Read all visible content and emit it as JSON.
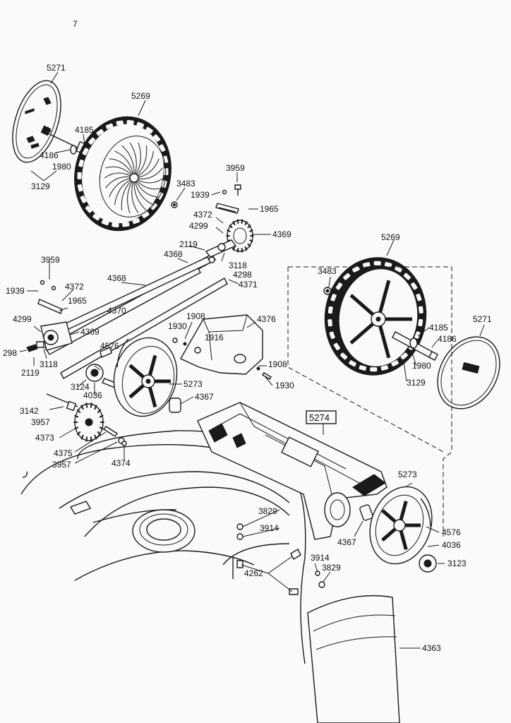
{
  "diagram": {
    "mark": "7",
    "assembly_label": "5274",
    "parts": [
      {
        "id": "p5271a",
        "text": "5271"
      },
      {
        "id": "p5269a",
        "text": "5269"
      },
      {
        "id": "p4185a",
        "text": "4185"
      },
      {
        "id": "p4186a",
        "text": "4186"
      },
      {
        "id": "p1980a",
        "text": "1980"
      },
      {
        "id": "p3129a",
        "text": "3129"
      },
      {
        "id": "p3483a",
        "text": "3483"
      },
      {
        "id": "p3959a",
        "text": "3959"
      },
      {
        "id": "p1939a",
        "text": "1939"
      },
      {
        "id": "p1965a",
        "text": "1965"
      },
      {
        "id": "p4372a",
        "text": "4372"
      },
      {
        "id": "p4299a",
        "text": "4299"
      },
      {
        "id": "p4369a",
        "text": "4369"
      },
      {
        "id": "p2119a",
        "text": "2119"
      },
      {
        "id": "p3118a",
        "text": "3118"
      },
      {
        "id": "p4298a",
        "text": "4298"
      },
      {
        "id": "p4368a",
        "text": "4368"
      },
      {
        "id": "p4371a",
        "text": "4371"
      },
      {
        "id": "p3959b",
        "text": "3959"
      },
      {
        "id": "p1939b",
        "text": "1939"
      },
      {
        "id": "p4372b",
        "text": "4372"
      },
      {
        "id": "p4368b",
        "text": "4368"
      },
      {
        "id": "p1965b",
        "text": "1965"
      },
      {
        "id": "p4370",
        "text": "4370"
      },
      {
        "id": "p4299b",
        "text": "4299"
      },
      {
        "id": "p4369b",
        "text": "4369"
      },
      {
        "id": "p1908a",
        "text": "1908"
      },
      {
        "id": "p4376",
        "text": "4376"
      },
      {
        "id": "p1930a",
        "text": "1930"
      },
      {
        "id": "p1916",
        "text": "1916"
      },
      {
        "id": "p4298b",
        "text": "298"
      },
      {
        "id": "p4576a",
        "text": "4576"
      },
      {
        "id": "p3118b",
        "text": "3118"
      },
      {
        "id": "p2119b",
        "text": "2119"
      },
      {
        "id": "p3124",
        "text": "3124"
      },
      {
        "id": "p4036a",
        "text": "4036"
      },
      {
        "id": "p5273a",
        "text": "5273"
      },
      {
        "id": "p1908b",
        "text": "1908"
      },
      {
        "id": "p1930b",
        "text": "1930"
      },
      {
        "id": "p4367a",
        "text": "4367"
      },
      {
        "id": "p3142",
        "text": "3142"
      },
      {
        "id": "p3957a",
        "text": "3957"
      },
      {
        "id": "p4373",
        "text": "4373"
      },
      {
        "id": "p4375",
        "text": "4375"
      },
      {
        "id": "p3957b",
        "text": "3957"
      },
      {
        "id": "p4374",
        "text": "4374"
      },
      {
        "id": "p5269b",
        "text": "5269"
      },
      {
        "id": "p3483b",
        "text": "3483"
      },
      {
        "id": "p4185b",
        "text": "4185"
      },
      {
        "id": "p4186b",
        "text": "4186"
      },
      {
        "id": "p5271b",
        "text": "5271"
      },
      {
        "id": "p1980b",
        "text": "1980"
      },
      {
        "id": "p3129b",
        "text": "3129"
      },
      {
        "id": "p5273b",
        "text": "5273"
      },
      {
        "id": "p3829a",
        "text": "3829"
      },
      {
        "id": "p3914a",
        "text": "3914"
      },
      {
        "id": "p4576b",
        "text": "4576"
      },
      {
        "id": "p4036b",
        "text": "4036"
      },
      {
        "id": "p4367b",
        "text": "4367"
      },
      {
        "id": "p3123",
        "text": "3123"
      },
      {
        "id": "p4262",
        "text": "4262"
      },
      {
        "id": "p3914b",
        "text": "3914"
      },
      {
        "id": "p3829b",
        "text": "3829"
      },
      {
        "id": "p4363",
        "text": "4363"
      }
    ]
  }
}
